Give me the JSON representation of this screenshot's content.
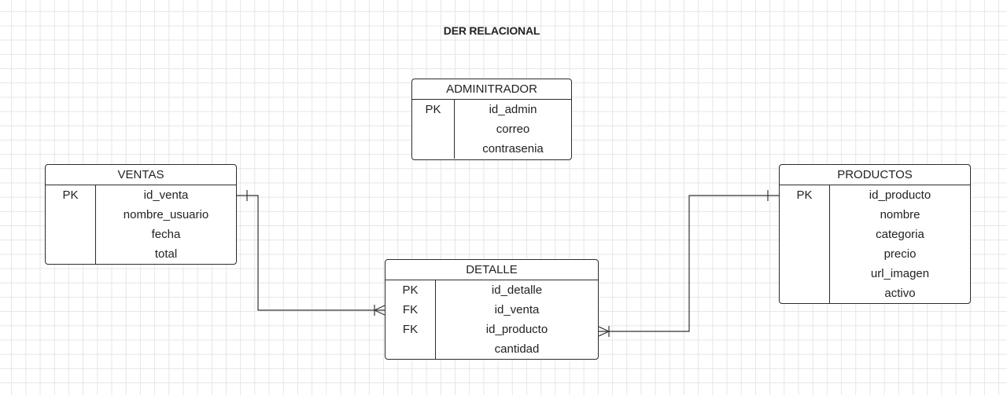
{
  "diagram": {
    "title": "DER RELACIONAL",
    "entities": {
      "administrador": {
        "name": "ADMINITRADOR",
        "rows": [
          {
            "key": "PK",
            "field": "id_admin"
          },
          {
            "key": "",
            "field": "correo"
          },
          {
            "key": "",
            "field": "contrasenia"
          }
        ]
      },
      "ventas": {
        "name": "VENTAS",
        "rows": [
          {
            "key": "PK",
            "field": "id_venta"
          },
          {
            "key": "",
            "field": "nombre_usuario"
          },
          {
            "key": "",
            "field": "fecha"
          },
          {
            "key": "",
            "field": "total"
          }
        ]
      },
      "productos": {
        "name": "PRODUCTOS",
        "rows": [
          {
            "key": "PK",
            "field": "id_producto"
          },
          {
            "key": "",
            "field": "nombre"
          },
          {
            "key": "",
            "field": "categoria"
          },
          {
            "key": "",
            "field": "precio"
          },
          {
            "key": "",
            "field": "url_imagen"
          },
          {
            "key": "",
            "field": "activo"
          }
        ]
      },
      "detalle": {
        "name": "DETALLE",
        "rows": [
          {
            "key": "PK",
            "field": "id_detalle"
          },
          {
            "key": "FK",
            "field": "id_venta"
          },
          {
            "key": "FK",
            "field": "id_producto"
          },
          {
            "key": "",
            "field": "cantidad"
          }
        ]
      }
    },
    "relationships": [
      {
        "from": "VENTAS",
        "to": "DETALLE",
        "from_cardinality": "one",
        "to_cardinality": "one-or-many"
      },
      {
        "from": "PRODUCTOS",
        "to": "DETALLE",
        "from_cardinality": "one",
        "to_cardinality": "one-or-many"
      }
    ],
    "colors": {
      "line": "#2b2b2b",
      "grid": "#e6e6e6",
      "background": "#ffffff"
    }
  }
}
